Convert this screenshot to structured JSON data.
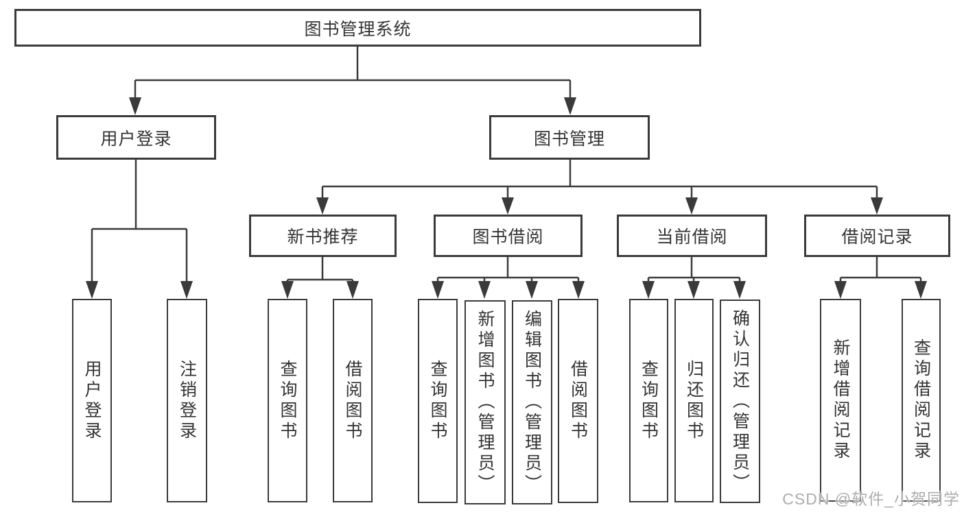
{
  "diagram": {
    "type": "hierarchy-tree",
    "colors": {
      "line": "#3a3a3a",
      "box_border": "#3a3a3a",
      "box_background": "#ffffff",
      "text": "#333333",
      "watermark": "#adadad"
    },
    "root": {
      "label": "图书管理系统"
    },
    "level2": [
      {
        "id": "user-login",
        "label": "用户登录"
      },
      {
        "id": "book-management",
        "label": "图书管理"
      }
    ],
    "level3": [
      {
        "id": "new-book-recommend",
        "label": "新书推荐",
        "parent": "book-management"
      },
      {
        "id": "book-borrowing",
        "label": "图书借阅",
        "parent": "book-management"
      },
      {
        "id": "current-borrowing",
        "label": "当前借阅",
        "parent": "book-management"
      },
      {
        "id": "borrowing-records",
        "label": "借阅记录",
        "parent": "book-management"
      }
    ],
    "leaves": [
      {
        "id": "user-login-leaf",
        "label": "用户登录",
        "parent": "user-login"
      },
      {
        "id": "logout",
        "label": "注销登录",
        "parent": "user-login"
      },
      {
        "id": "query-books-recommend",
        "label": "查询图书",
        "parent": "new-book-recommend"
      },
      {
        "id": "borrow-books-recommend",
        "label": "借阅图书",
        "parent": "new-book-recommend"
      },
      {
        "id": "query-books-borrowing",
        "label": "查询图书",
        "parent": "book-borrowing"
      },
      {
        "id": "add-books-admin",
        "label": "新增图书（管理员）",
        "parent": "book-borrowing"
      },
      {
        "id": "edit-books-admin",
        "label": "编辑图书（管理员）",
        "parent": "book-borrowing"
      },
      {
        "id": "borrow-books-borrowing",
        "label": "借阅图书",
        "parent": "book-borrowing"
      },
      {
        "id": "query-books-current",
        "label": "查询图书",
        "parent": "current-borrowing"
      },
      {
        "id": "return-books",
        "label": "归还图书",
        "parent": "current-borrowing"
      },
      {
        "id": "confirm-return-admin",
        "label": "确认归还（管理员）",
        "parent": "current-borrowing"
      },
      {
        "id": "add-borrow-record",
        "label": "新增借阅记录",
        "parent": "borrowing-records"
      },
      {
        "id": "query-borrow-record",
        "label": "查询借阅记录",
        "parent": "borrowing-records"
      }
    ],
    "watermark": "CSDN @软件_小贺同学"
  }
}
